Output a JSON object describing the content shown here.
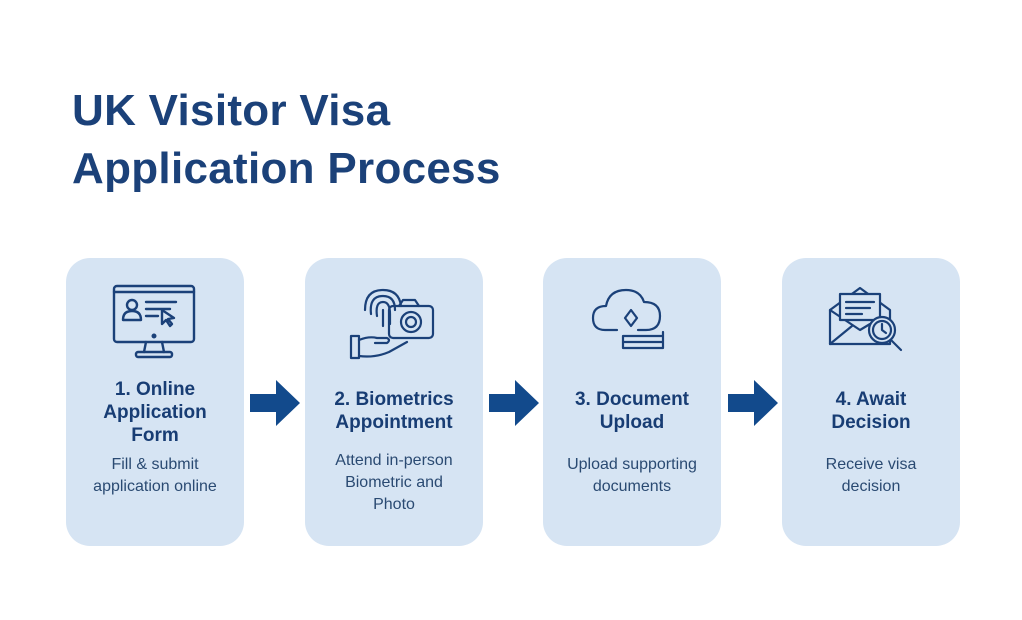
{
  "title": {
    "line1": "UK Visitor Visa",
    "line2": "Application Process"
  },
  "steps": [
    {
      "heading": [
        "1. Online",
        "Application",
        "Form"
      ],
      "description": [
        "Fill & submit",
        "application online"
      ],
      "icon": "computer-form-icon"
    },
    {
      "heading": [
        "2. Biometrics",
        "Appointment"
      ],
      "description": [
        "Attend in-person",
        "Biometric and",
        "Photo"
      ],
      "icon": "fingerprint-camera-icon"
    },
    {
      "heading": [
        "3. Document",
        "Upload"
      ],
      "description": [
        "Upload supporting",
        "documents"
      ],
      "icon": "cloud-upload-icon"
    },
    {
      "heading": [
        "4. Await",
        "Decision"
      ],
      "description": [
        "Receive visa",
        "decision"
      ],
      "icon": "envelope-search-icon"
    }
  ],
  "colors": {
    "card": "#d6e4f3",
    "text": "#183d74",
    "arrow": "#124a8c"
  }
}
